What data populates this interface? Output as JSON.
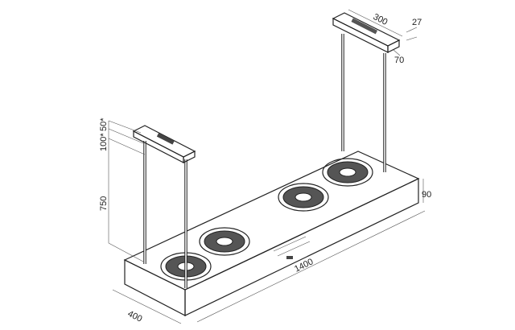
{
  "dimensions": {
    "bracket_length": "300",
    "bracket_height": "27",
    "bracket_width": "70",
    "offset_top": "50*",
    "offset_second": "100*",
    "suspension_height": "750",
    "hood_thickness": "90",
    "hood_length": "1400",
    "hood_depth": "400"
  },
  "colors": {
    "line": "#222222",
    "face_top": "#ffffff",
    "face_side": "#f4f4f4"
  }
}
